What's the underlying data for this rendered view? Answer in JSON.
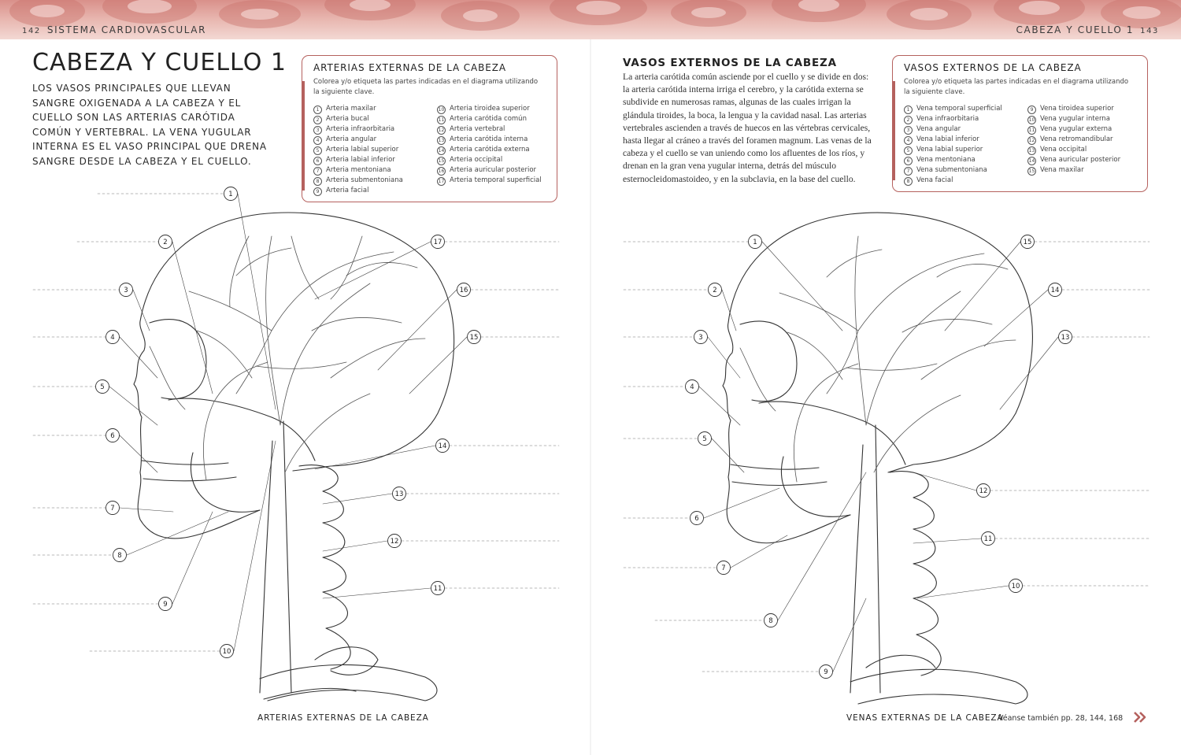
{
  "header": {
    "left_page_number": "142",
    "left_section": "SISTEMA CARDIOVASCULAR",
    "right_section": "CABEZA Y CUELLO 1",
    "right_page_number": "143"
  },
  "left_page": {
    "title": "CABEZA Y CUELLO 1",
    "intro": "Los vasos principales que llevan sangre oxigenada a la cabeza y el cuello son las arterias carótida común y vertebral. La vena yugular interna es el vaso principal que drena sangre desde la cabeza y el cuello.",
    "key": {
      "title": "ARTERIAS EXTERNAS DE LA CABEZA",
      "instructions": "Colorea y/o etiqueta las partes indicadas en el diagrama utilizando la siguiente clave.",
      "col1": [
        {
          "n": "1",
          "label": "Arteria maxilar"
        },
        {
          "n": "2",
          "label": "Arteria bucal"
        },
        {
          "n": "3",
          "label": "Arteria infraorbitaria"
        },
        {
          "n": "4",
          "label": "Arteria angular"
        },
        {
          "n": "5",
          "label": "Arteria labial superior"
        },
        {
          "n": "6",
          "label": "Arteria labial inferior"
        },
        {
          "n": "7",
          "label": "Arteria mentoniana"
        },
        {
          "n": "8",
          "label": "Arteria submentoniana"
        },
        {
          "n": "9",
          "label": "Arteria facial"
        }
      ],
      "col2": [
        {
          "n": "10",
          "label": "Arteria tiroidea superior"
        },
        {
          "n": "11",
          "label": "Arteria carótida común"
        },
        {
          "n": "12",
          "label": "Arteria vertebral"
        },
        {
          "n": "13",
          "label": "Arteria carótida interna"
        },
        {
          "n": "14",
          "label": "Arteria carótida externa"
        },
        {
          "n": "15",
          "label": "Arteria occipital"
        },
        {
          "n": "16",
          "label": "Arteria auricular posterior"
        },
        {
          "n": "17",
          "label": "Arteria temporal superficial"
        }
      ]
    },
    "diagram_caption": "ARTERIAS EXTERNAS DE LA CABEZA",
    "callouts_left": [
      "1",
      "2",
      "3",
      "4",
      "5",
      "6",
      "7",
      "8",
      "9",
      "10"
    ],
    "callouts_right": [
      "17",
      "16",
      "15",
      "14",
      "13",
      "12",
      "11"
    ]
  },
  "right_page": {
    "title": "VASOS EXTERNOS DE LA CABEZA",
    "body": "La arteria carótida común asciende por el cuello y se divide en dos: la arteria carótida interna irriga el cerebro, y la carótida externa se subdivide en numerosas ramas, algunas de las cuales irrigan la glándula tiroides, la boca, la lengua y la cavidad nasal. Las arterias vertebrales ascienden a través de huecos en las vértebras cervicales, hasta llegar al cráneo a través del foramen magnum. Las venas de la cabeza y el cuello se van uniendo como los afluentes de los ríos, y drenan en la gran vena yugular interna, detrás del músculo esternocleidomastoideo, y en la subclavia, en la base del cuello.",
    "key": {
      "title": "VASOS EXTERNOS DE LA CABEZA",
      "instructions": "Colorea y/o etiqueta las partes indicadas en el diagrama utilizando la siguiente clave.",
      "col1": [
        {
          "n": "1",
          "label": "Vena temporal superficial"
        },
        {
          "n": "2",
          "label": "Vena infraorbitaria"
        },
        {
          "n": "3",
          "label": "Vena angular"
        },
        {
          "n": "4",
          "label": "Vena labial inferior"
        },
        {
          "n": "5",
          "label": "Vena labial superior"
        },
        {
          "n": "6",
          "label": "Vena mentoniana"
        },
        {
          "n": "7",
          "label": "Vena submentoniana"
        },
        {
          "n": "8",
          "label": "Vena facial"
        }
      ],
      "col2": [
        {
          "n": "9",
          "label": "Vena tiroidea superior"
        },
        {
          "n": "10",
          "label": "Vena yugular interna"
        },
        {
          "n": "11",
          "label": "Vena yugular externa"
        },
        {
          "n": "12",
          "label": "Vena retromandibular"
        },
        {
          "n": "13",
          "label": "Vena occipital"
        },
        {
          "n": "14",
          "label": "Vena auricular posterior"
        },
        {
          "n": "15",
          "label": "Vena maxilar"
        }
      ]
    },
    "diagram_caption": "VENAS EXTERNAS DE LA CABEZA",
    "callouts_left": [
      "1",
      "2",
      "3",
      "4",
      "5",
      "6",
      "7",
      "8",
      "9"
    ],
    "callouts_right": [
      "15",
      "14",
      "13",
      "12",
      "11",
      "10"
    ],
    "see_also": "Véanse también pp. 28, 144, 168",
    "accent_color": "#b5615e"
  }
}
